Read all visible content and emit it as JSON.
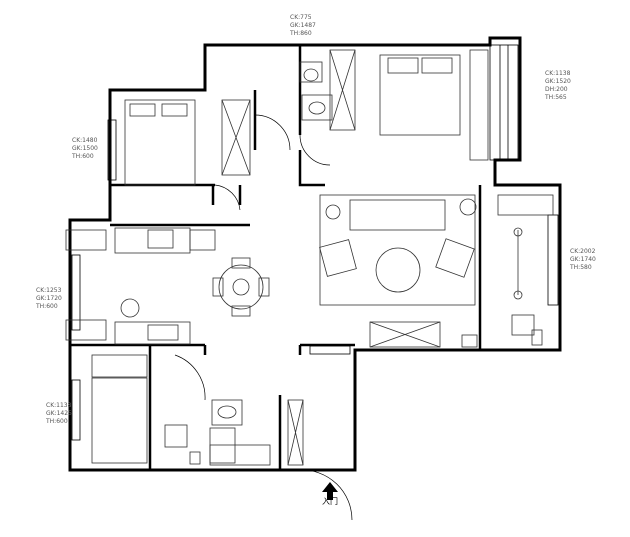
{
  "room_labels": [
    {
      "id": "top-bathroom",
      "lines": [
        "CK:775",
        "GK:1487",
        "TH:860"
      ]
    },
    {
      "id": "master-bedroom",
      "lines": [
        "CK:1138",
        "GK:1520",
        "DH:200",
        "TH:565"
      ]
    },
    {
      "id": "living-room",
      "lines": [
        "CK:2002",
        "GK:1740",
        "TH:580"
      ]
    },
    {
      "id": "second-bedroom",
      "lines": [
        "CK:1480",
        "GK:1500",
        "TH:600"
      ]
    },
    {
      "id": "kitchen",
      "lines": [
        "CK:1253",
        "GK:1720",
        "TH:600"
      ]
    },
    {
      "id": "study",
      "lines": [
        "CK:1138",
        "GK:1425",
        "TH:600"
      ]
    }
  ],
  "entrance_label": "入门",
  "colors": {
    "wall": "#000000",
    "furniture": "#333333"
  }
}
